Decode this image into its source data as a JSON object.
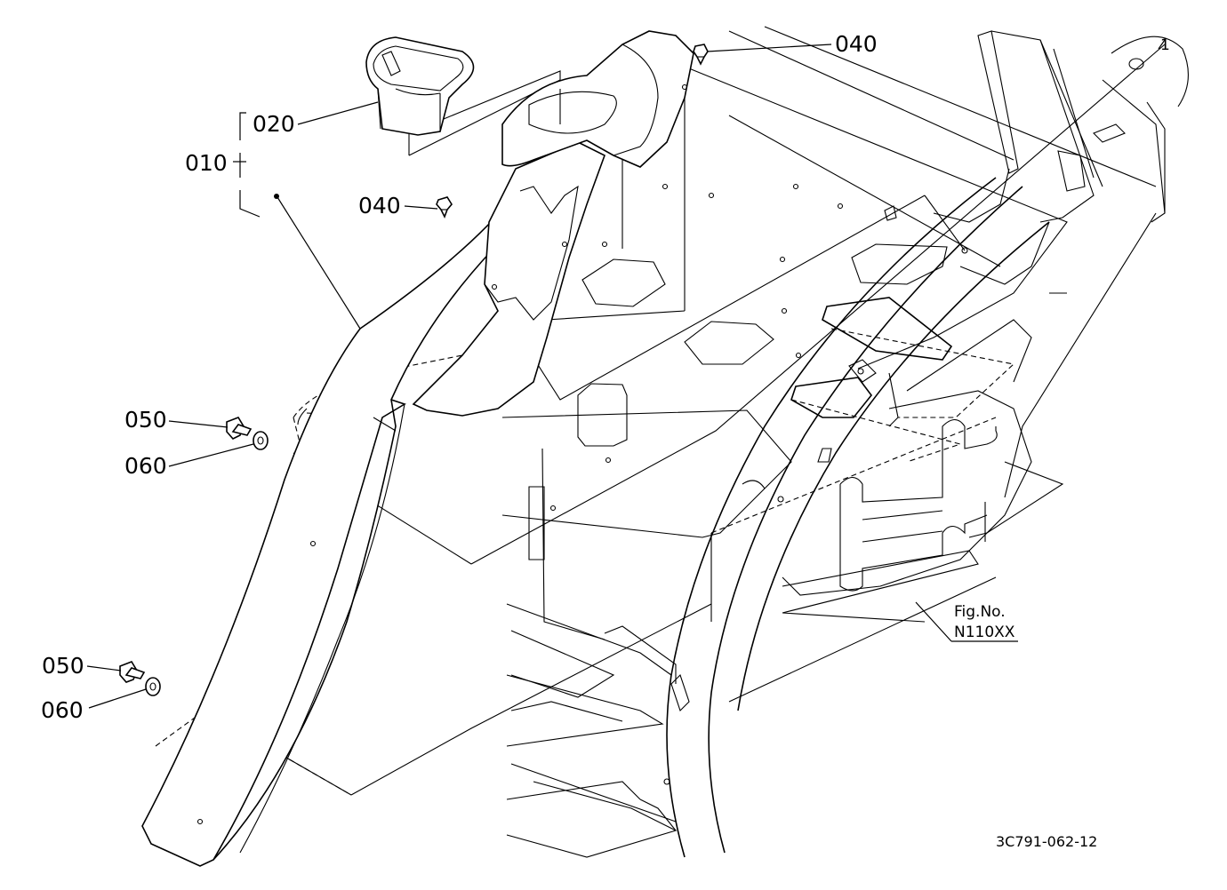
{
  "labels": {
    "p010": "010",
    "p020": "020",
    "p040_top": "040",
    "p040_mid": "040",
    "p050_upper": "050",
    "p060_upper": "060",
    "p050_lower": "050",
    "p060_lower": "060",
    "fig_ref": "1"
  },
  "fig_note": {
    "line1": "Fig.No.",
    "line2": "N110XX"
  },
  "drawing_code": "3C791-062-12"
}
